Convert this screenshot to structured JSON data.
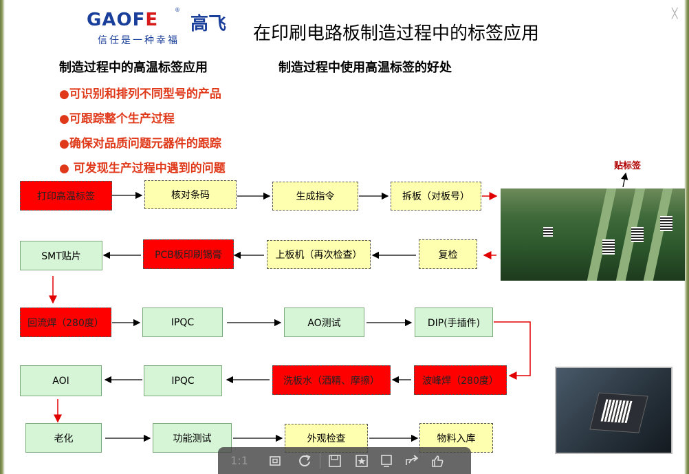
{
  "logo": {
    "brand_en": "GAOF",
    "brand_mark": "E",
    "registered": "®",
    "brand_cn": "高飞",
    "slogan": "信任是一种幸福"
  },
  "slide": {
    "title": "在印刷电路板制造过程中的标签应用",
    "subtitle_left": "制造过程中的高温标签应用",
    "subtitle_right": "制造过程中使用高温标签的好处",
    "bullets": [
      "●可识别和排列不同型号的产品",
      "●可跟踪整个生产过程",
      "●确保对品质问题元器件的跟踪",
      "● 可发现生产过程中遇到的问题"
    ],
    "photo_label": "贴标签"
  },
  "flow": {
    "row1": [
      "打印高温标签",
      "核对条码",
      "生成指令",
      "拆板（对板号）"
    ],
    "row2": [
      "SMT贴片",
      "PCB板印刷锡膏",
      "上板机（再次检查）",
      "复检"
    ],
    "row3": [
      "回流焊（280度）",
      "IPQC",
      "AO测试",
      "DIP(手插件)"
    ],
    "row4": [
      "AOI",
      "IPQC",
      "洗板水（酒精、摩擦）",
      "波峰焊（280度）"
    ],
    "row5": [
      "老化",
      "功能测试",
      "外观检查",
      "物料入库"
    ]
  },
  "viewer": {
    "close": "╳",
    "toolbar": {
      "actual_size": "1:1"
    }
  },
  "colors": {
    "brand_blue": "#1a3f9a",
    "bullet_red": "#e0391a",
    "box_red": "#ff0000",
    "box_yellow": "#ffffb0",
    "box_green": "#d6f5d6"
  }
}
